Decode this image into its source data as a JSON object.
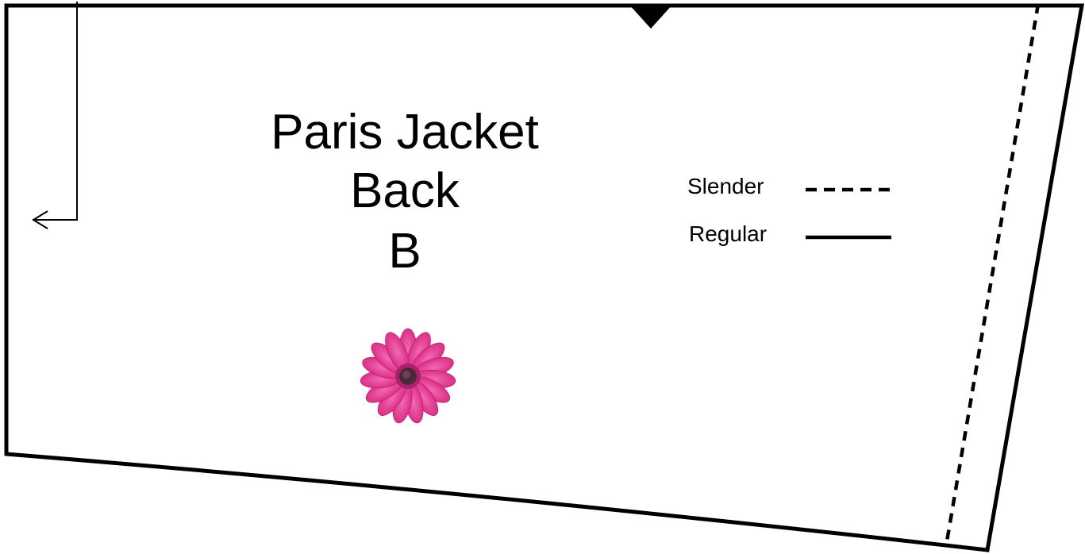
{
  "piece": {
    "title": "Paris Jacket",
    "subtitle": "Back",
    "letter": "B"
  },
  "legend": {
    "items": [
      {
        "label": "Slender",
        "line_style": "dashed"
      },
      {
        "label": "Regular",
        "line_style": "solid"
      }
    ]
  },
  "colors": {
    "outline": "#000000",
    "background": "#ffffff",
    "flower_petal": "#e0338f",
    "flower_center": "#4a2a3a"
  },
  "icons": {
    "grain_arrow": "left-arrow-icon",
    "notch": "notch-icon",
    "decoration": "flower-icon"
  }
}
